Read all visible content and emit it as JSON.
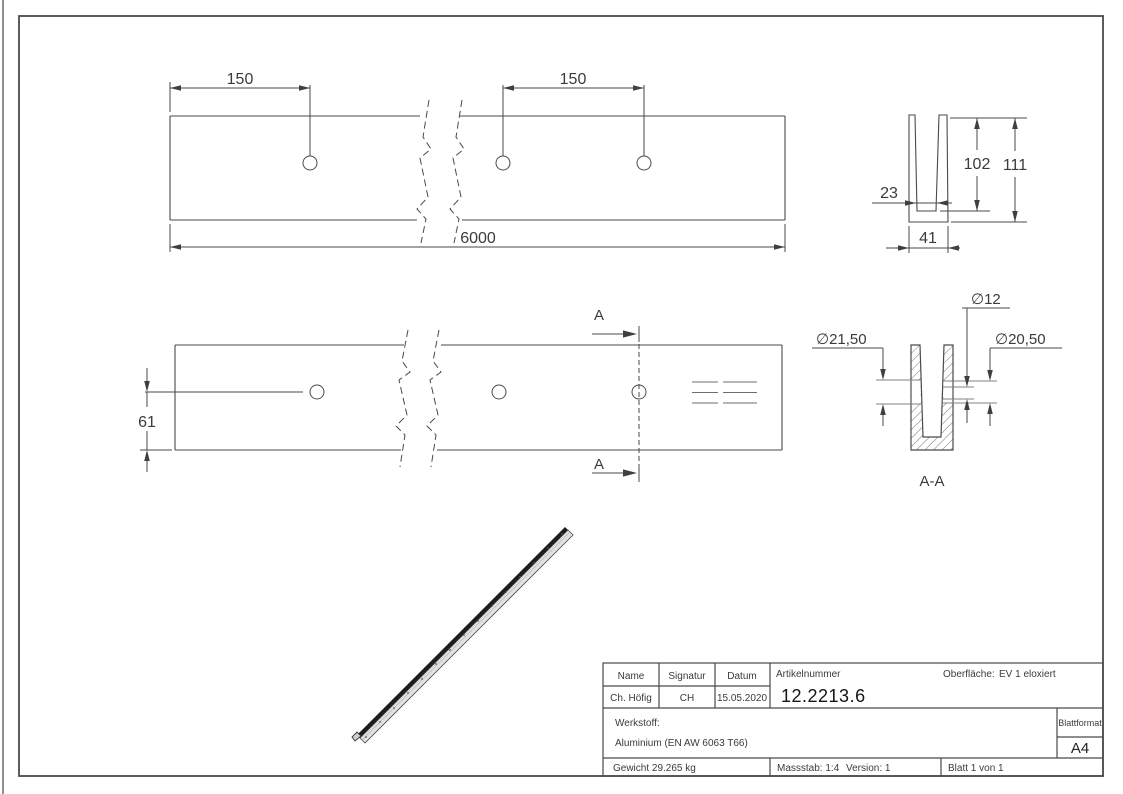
{
  "drawing": {
    "top_view": {
      "dim_left": "150",
      "dim_right": "150",
      "dim_length": "6000"
    },
    "end_view": {
      "dim_slot": "23",
      "dim_inner_height": "102",
      "dim_height": "111",
      "dim_width": "41"
    },
    "front_view": {
      "dim_hole_offset": "61",
      "section_letter": "A"
    },
    "section_view": {
      "label": "A-A",
      "dia_left": "∅21,50",
      "dia_mid": "∅12",
      "dia_right": "∅20,50"
    }
  },
  "title_block": {
    "name_label": "Name",
    "signatur_label": "Signatur",
    "datum_label": "Datum",
    "name_value": "Ch. Höfig",
    "signatur_value": "CH",
    "datum_value": "15.05.2020",
    "artikelnummer_label": "Artikelnummer",
    "artikelnummer_value": "12.2213.6",
    "oberflaeche_label": "Oberfläche:",
    "oberflaeche_value": "EV 1 eloxiert",
    "werkstoff_label": "Werkstoff:",
    "werkstoff_value": "Aluminium (EN AW 6063 T66)",
    "blattformat_label": "Blattformat",
    "blattformat_value": "A4",
    "gewicht": "Gewicht 29.265 kg",
    "massstab": "Massstab: 1:4",
    "version": "Version: 1",
    "blatt": "Blatt 1 von 1"
  },
  "colors": {
    "line": "#4a4a4a",
    "text": "#3b3b3b",
    "background": "#ffffff"
  }
}
